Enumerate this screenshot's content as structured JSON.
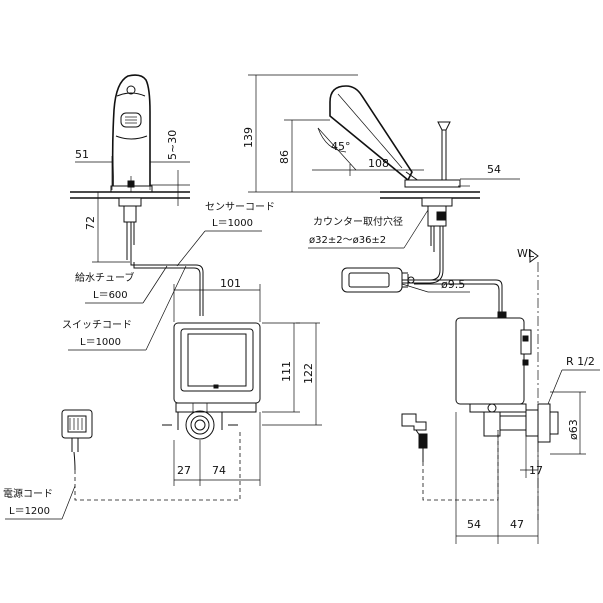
{
  "dimensions": {
    "d51": "51",
    "d5_30": "5~30",
    "d72": "72",
    "d139": "139",
    "d86": "86",
    "d45": "45°",
    "d108": "108",
    "d54_top": "54",
    "d101": "101",
    "d111": "111",
    "d122": "122",
    "d27": "27",
    "d74": "74",
    "d9_5": "ø9.5",
    "d63": "ø63",
    "d17": "17",
    "d54_bottom": "54",
    "d47": "47",
    "wl": "WL",
    "r12": "R 1/2"
  },
  "labels": {
    "sensor_cord_name": "センサーコード",
    "sensor_cord_len": "L＝1000",
    "counter_hole_name": "カウンター取付穴径",
    "counter_hole_size": "ø32±2～ø36±2",
    "supply_tube_name": "給水チューブ",
    "supply_tube_len": "L＝600",
    "switch_cord_name": "スイッチコード",
    "switch_cord_len": "L＝1000",
    "power_cord_name": "電源コード",
    "power_cord_len": "L＝1200"
  }
}
